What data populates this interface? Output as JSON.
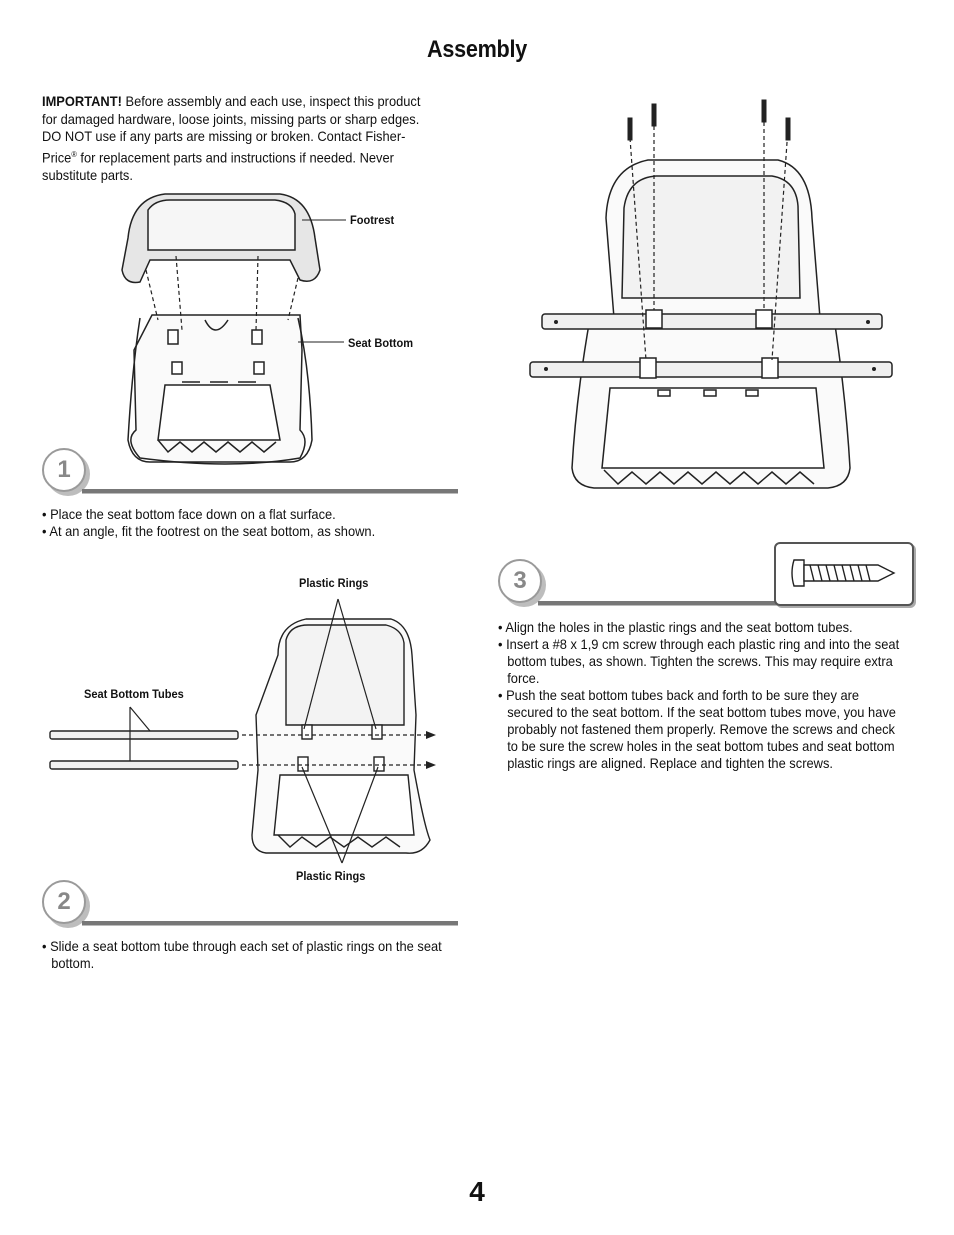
{
  "title": "Assembly",
  "intro": {
    "important": "IMPORTANT!",
    "text1": " Before assembly and each use, inspect this product for damaged hardware, loose joints, missing parts or sharp edges. DO NOT use if any parts are missing or broken. Contact Fisher-Price",
    "reg": "®",
    "text2": " for replacement parts and instructions if needed. Never substitute parts."
  },
  "step1": {
    "number": "1",
    "labels": {
      "footrest": "Footrest",
      "seat_bottom": "Seat Bottom"
    },
    "bullets": [
      "• Place the seat bottom face down on a flat surface.",
      "• At an angle, fit the footrest on the seat bottom, as shown."
    ]
  },
  "step2": {
    "number": "2",
    "labels": {
      "plastic_rings_top": "Plastic Rings",
      "seat_bottom_tubes": "Seat Bottom Tubes",
      "plastic_rings_bottom": "Plastic Rings"
    },
    "bullets": [
      "• Slide a seat bottom tube through each set of plastic rings on the seat bottom."
    ]
  },
  "step3": {
    "number": "3",
    "bullets": [
      "• Align the holes in the plastic rings and the seat bottom tubes.",
      "• Insert a #8 x 1,9 cm screw through each plastic ring and into the seat bottom tubes, as shown. Tighten the screws. This may require extra force.",
      "• Push the seat bottom tubes back and forth to be sure they are secured to the seat bottom. If the seat bottom tubes move, you have probably not fastened them properly. Remove the screws and check to be sure the screw holes in the seat bottom tubes and seat bottom plastic rings are aligned. Replace and tighten the screws."
    ]
  },
  "page_number": "4"
}
